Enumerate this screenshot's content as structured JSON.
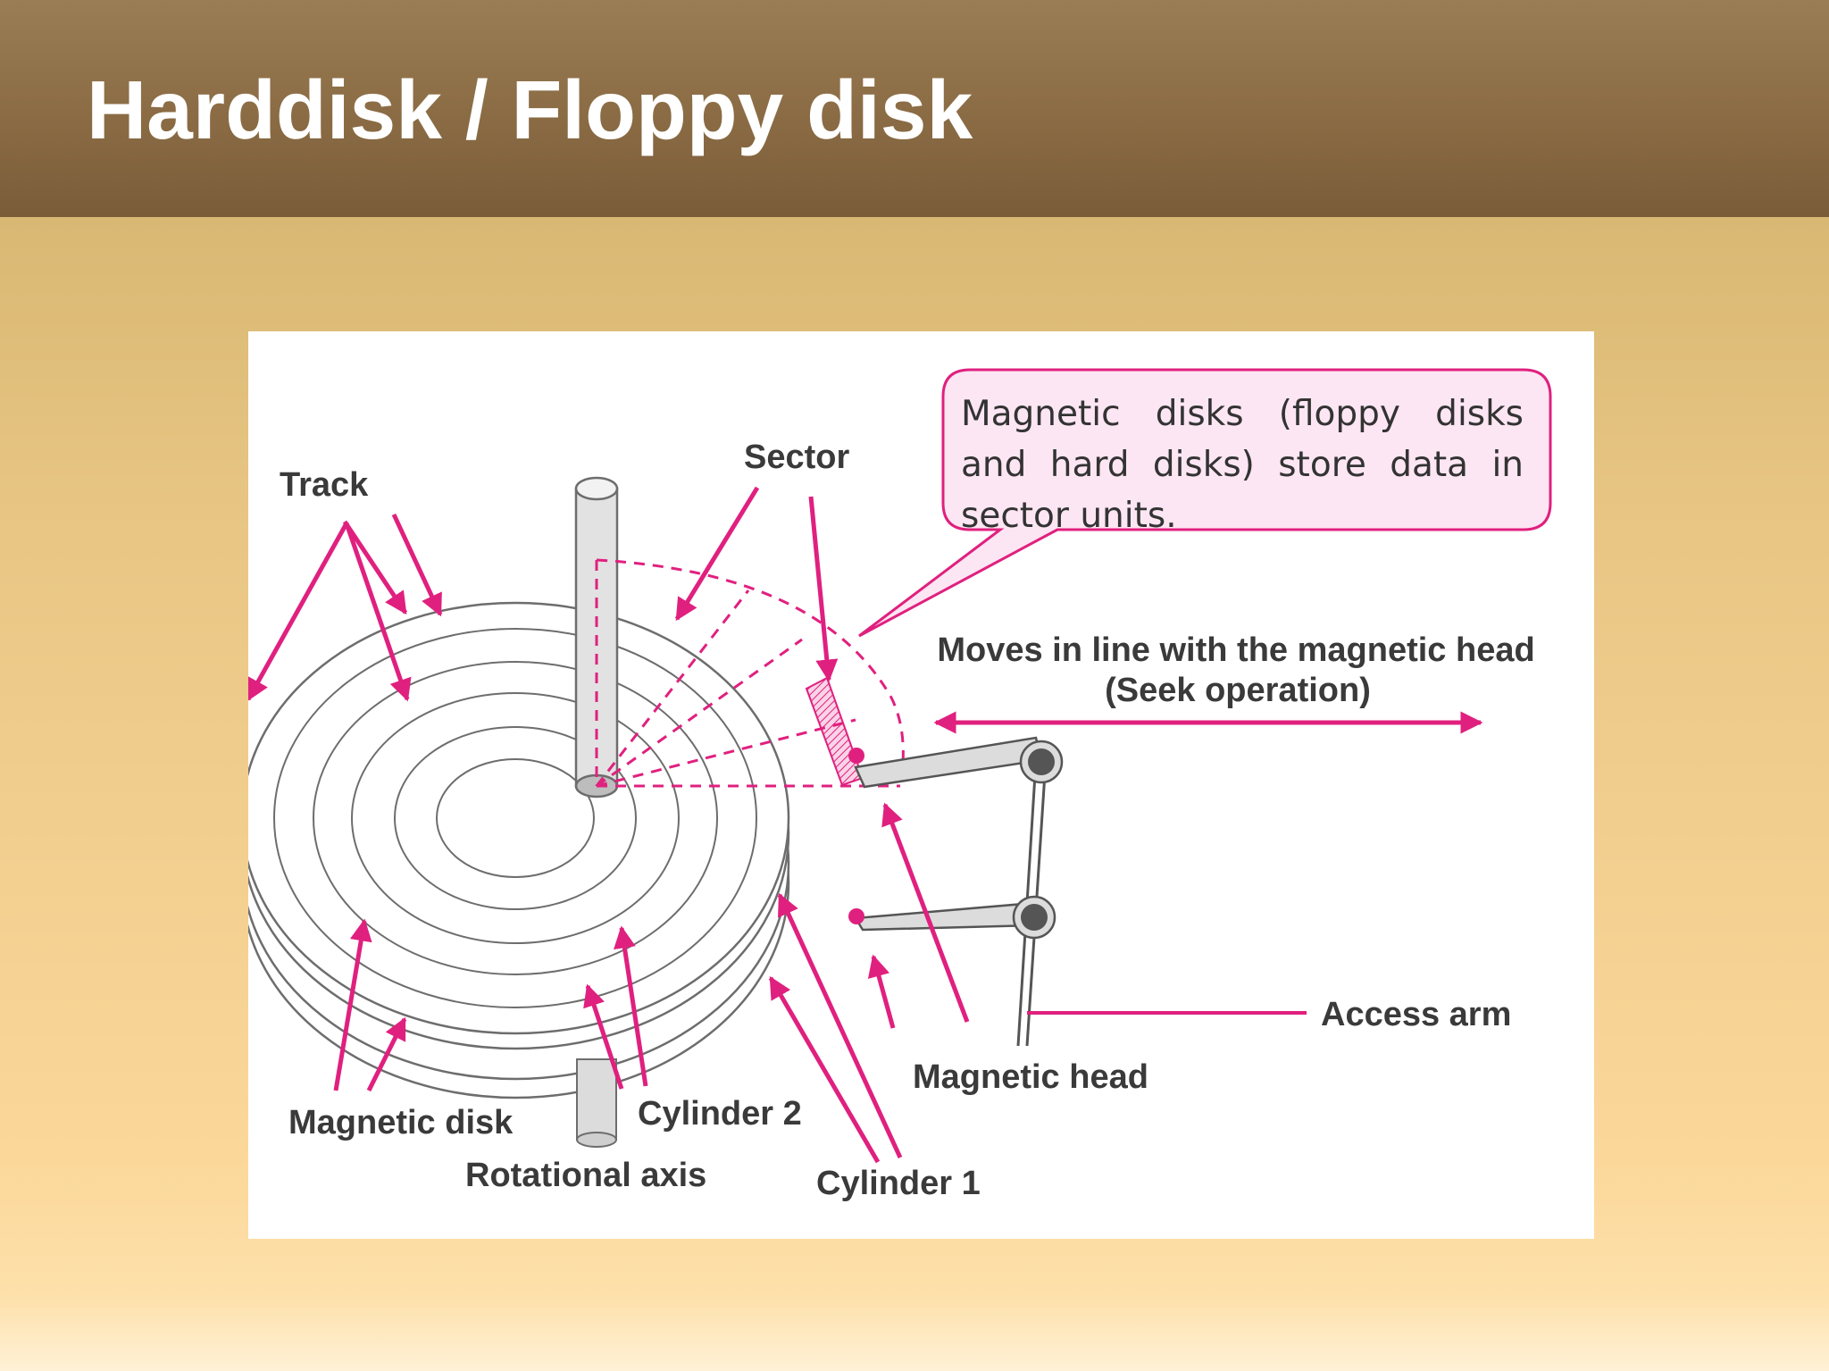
{
  "slide": {
    "title": "Harddisk / Floppy disk"
  },
  "diagram": {
    "callout": "Magnetic disks (floppy disks and hard disks) store data in sector units.",
    "labels": {
      "track": "Track",
      "sector": "Sector",
      "seek_line1": "Moves in line with the magnetic head",
      "seek_line2": "(Seek operation)",
      "access_arm": "Access arm",
      "magnetic_head": "Magnetic head",
      "magnetic_disk": "Magnetic disk",
      "cylinder2": "Cylinder 2",
      "rotational_axis": "Rotational axis",
      "cylinder1": "Cylinder 1"
    },
    "colors": {
      "accent": "#e0207f",
      "callout_fill": "#fde6f3",
      "callout_border": "#e0207f",
      "line": "#555555"
    }
  }
}
